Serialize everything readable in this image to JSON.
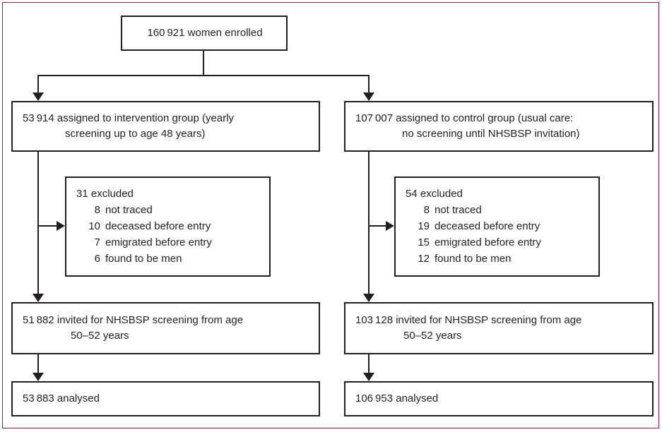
{
  "figure": {
    "type": "trial-profile-flowchart",
    "frame_color": "#A31747",
    "line_color": "#231F20"
  },
  "flow": {
    "enrolled": {
      "text": "160 921 women enrolled"
    },
    "intervention_group": {
      "line1": "53 914 assigned to intervention group (yearly",
      "line2": "screening up to age 48 years)"
    },
    "control_group": {
      "line1": "107 007 assigned to control group (usual care:",
      "line2": "no screening until NHSBSP invitation)"
    },
    "intervention_excluded": {
      "header": "31 excluded",
      "items": [
        {
          "n": "8",
          "label": "not traced"
        },
        {
          "n": "10",
          "label": "deceased before entry"
        },
        {
          "n": "7",
          "label": "emigrated before entry"
        },
        {
          "n": "6",
          "label": "found to be men"
        }
      ]
    },
    "control_excluded": {
      "header": "54 excluded",
      "items": [
        {
          "n": "8",
          "label": "not traced"
        },
        {
          "n": "19",
          "label": "deceased before entry"
        },
        {
          "n": "15",
          "label": "emigrated before entry"
        },
        {
          "n": "12",
          "label": "found to be men"
        }
      ]
    },
    "intervention_invited": {
      "line1": "51 882 invited for NHSBSP screening from age",
      "line2": "50–52 years"
    },
    "control_invited": {
      "line1": "103 128 invited for NHSBSP screening from age",
      "line2": "50–52 years"
    },
    "intervention_analysed": {
      "text": "53 883 analysed"
    },
    "control_analysed": {
      "text": "106 953 analysed"
    }
  }
}
